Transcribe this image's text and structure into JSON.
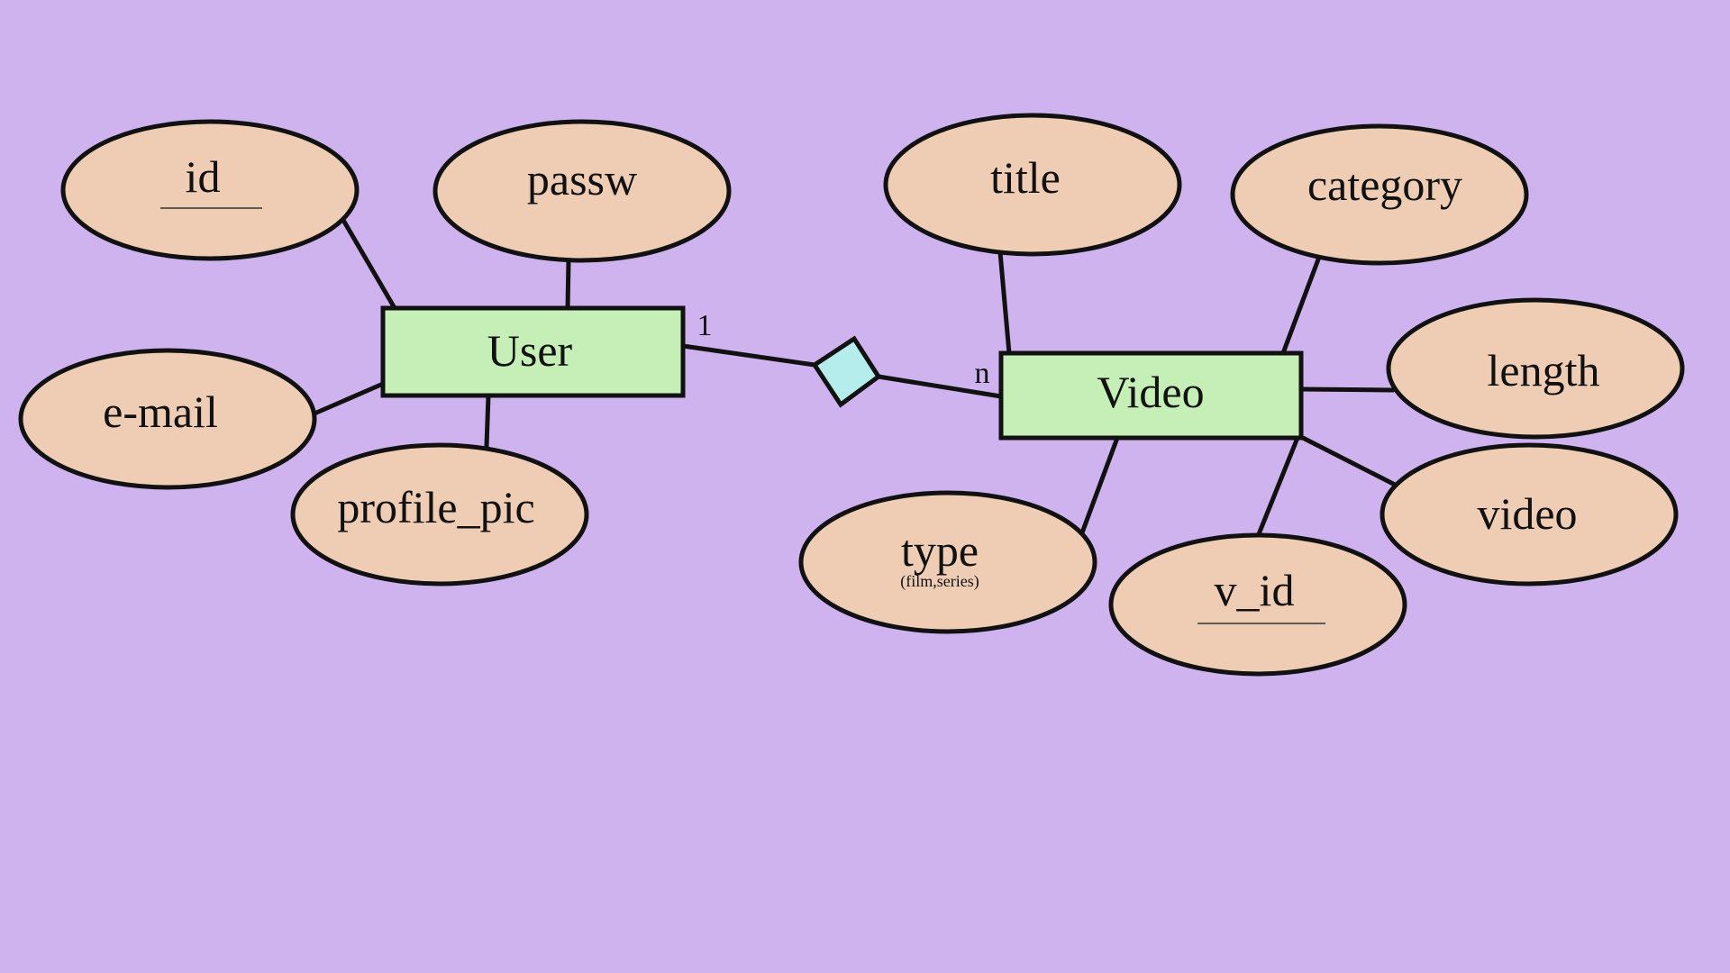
{
  "colors": {
    "background": "#cfb3ee",
    "entity_fill": "#c5efb6",
    "attribute_fill": "#efcdb5",
    "relationship_fill": "#b5ecec",
    "stroke": "#111111"
  },
  "entities": {
    "user": {
      "label": "User"
    },
    "video": {
      "label": "Video"
    }
  },
  "relationship": {
    "label": "",
    "cardinality_user": "1",
    "cardinality_video": "n"
  },
  "user_attributes": {
    "id": {
      "label": "id",
      "key": true
    },
    "passw": {
      "label": "passw",
      "key": false
    },
    "email": {
      "label": "e-mail",
      "key": false
    },
    "profile_pic": {
      "label": "profile_pic",
      "key": false
    }
  },
  "video_attributes": {
    "title": {
      "label": "title",
      "key": false
    },
    "category": {
      "label": "category",
      "key": false
    },
    "length": {
      "label": "length",
      "key": false
    },
    "video": {
      "label": "video",
      "key": false
    },
    "v_id": {
      "label": "v_id",
      "key": true
    },
    "type": {
      "label": "type",
      "note": "(film,series)",
      "key": false
    }
  }
}
